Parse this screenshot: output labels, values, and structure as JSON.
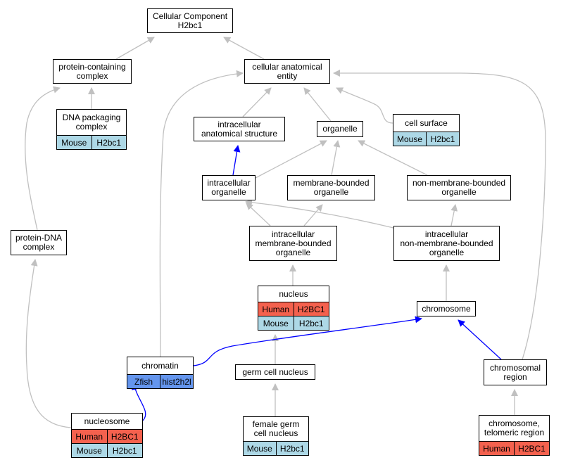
{
  "colors": {
    "edge_default": "#c0c0c0",
    "edge_highlight": "#0000ff",
    "mouse_fill": "#add8e6",
    "human_fill": "#f4614e",
    "zfish_fill": "#6495ed"
  },
  "nodes": {
    "cc_root": {
      "label": "Cellular Component\nH2bc1"
    },
    "protein_containing_complex": {
      "label": "protein-containing\ncomplex"
    },
    "cellular_anatomical_entity": {
      "label": "cellular anatomical\nentity"
    },
    "dna_packaging_complex": {
      "label": "DNA packaging\ncomplex",
      "annotations": [
        [
          "Mouse",
          "H2bc1"
        ]
      ]
    },
    "intracellular_anatomical_structure": {
      "label": "intracellular\nanatomical structure"
    },
    "organelle": {
      "label": "organelle"
    },
    "cell_surface": {
      "label": "cell surface",
      "annotations": [
        [
          "Mouse",
          "H2bc1"
        ]
      ]
    },
    "intracellular_organelle": {
      "label": "intracellular\norganelle"
    },
    "membrane_bounded_organelle": {
      "label": "membrane-bounded\norganelle"
    },
    "non_membrane_bounded_organelle": {
      "label": "non-membrane-bounded\norganelle"
    },
    "protein_dna_complex": {
      "label": "protein-DNA\ncomplex"
    },
    "intracellular_membrane_bounded_organelle": {
      "label": "intracellular\nmembrane-bounded\norganelle"
    },
    "intracellular_non_membrane_bounded_organelle": {
      "label": "intracellular\nnon-membrane-bounded\norganelle"
    },
    "nucleus": {
      "label": "nucleus",
      "annotations": [
        [
          "Human",
          "H2BC1"
        ],
        [
          "Mouse",
          "H2bc1"
        ]
      ]
    },
    "chromosome": {
      "label": "chromosome"
    },
    "chromatin": {
      "label": "chromatin",
      "annotations": [
        [
          "Zfish",
          "hist2h2l"
        ]
      ]
    },
    "germ_cell_nucleus": {
      "label": "germ cell nucleus"
    },
    "chromosomal_region": {
      "label": "chromosomal\nregion"
    },
    "nucleosome": {
      "label": "nucleosome",
      "annotations": [
        [
          "Human",
          "H2BC1"
        ],
        [
          "Mouse",
          "H2bc1"
        ]
      ]
    },
    "female_germ_cell_nucleus": {
      "label": "female germ\ncell nucleus",
      "annotations": [
        [
          "Mouse",
          "H2bc1"
        ]
      ]
    },
    "chromosome_telomeric_region": {
      "label": "chromosome,\ntelomeric region",
      "annotations": [
        [
          "Human",
          "H2BC1"
        ]
      ]
    }
  },
  "edges": [
    {
      "from": "protein_containing_complex",
      "to": "cc_root"
    },
    {
      "from": "cellular_anatomical_entity",
      "to": "cc_root"
    },
    {
      "from": "dna_packaging_complex",
      "to": "protein_containing_complex"
    },
    {
      "from": "protein_dna_complex",
      "to": "protein_containing_complex"
    },
    {
      "from": "intracellular_anatomical_structure",
      "to": "cellular_anatomical_entity"
    },
    {
      "from": "organelle",
      "to": "cellular_anatomical_entity"
    },
    {
      "from": "cell_surface",
      "to": "cellular_anatomical_entity"
    },
    {
      "from": "chromatin",
      "to": "cellular_anatomical_entity"
    },
    {
      "from": "chromosomal_region",
      "to": "cellular_anatomical_entity"
    },
    {
      "from": "intracellular_organelle",
      "to": "intracellular_anatomical_structure",
      "highlight": true
    },
    {
      "from": "intracellular_organelle",
      "to": "organelle"
    },
    {
      "from": "membrane_bounded_organelle",
      "to": "organelle"
    },
    {
      "from": "non_membrane_bounded_organelle",
      "to": "organelle"
    },
    {
      "from": "intracellular_membrane_bounded_organelle",
      "to": "membrane_bounded_organelle"
    },
    {
      "from": "intracellular_non_membrane_bounded_organelle",
      "to": "intracellular_organelle"
    },
    {
      "from": "intracellular_non_membrane_bounded_organelle",
      "to": "non_membrane_bounded_organelle"
    },
    {
      "from": "nucleus",
      "to": "intracellular_membrane_bounded_organelle"
    },
    {
      "from": "chromosome",
      "to": "intracellular_non_membrane_bounded_organelle"
    },
    {
      "from": "germ_cell_nucleus",
      "to": "nucleus"
    },
    {
      "from": "female_germ_cell_nucleus",
      "to": "germ_cell_nucleus"
    },
    {
      "from": "chromatin",
      "to": "chromosome",
      "highlight": true
    },
    {
      "from": "chromosomal_region",
      "to": "chromosome",
      "highlight": true
    },
    {
      "from": "chromosome_telomeric_region",
      "to": "chromosomal_region"
    },
    {
      "from": "nucleosome",
      "to": "protein_dna_complex"
    },
    {
      "from": "nucleosome",
      "to": "chromatin",
      "highlight": true
    }
  ]
}
